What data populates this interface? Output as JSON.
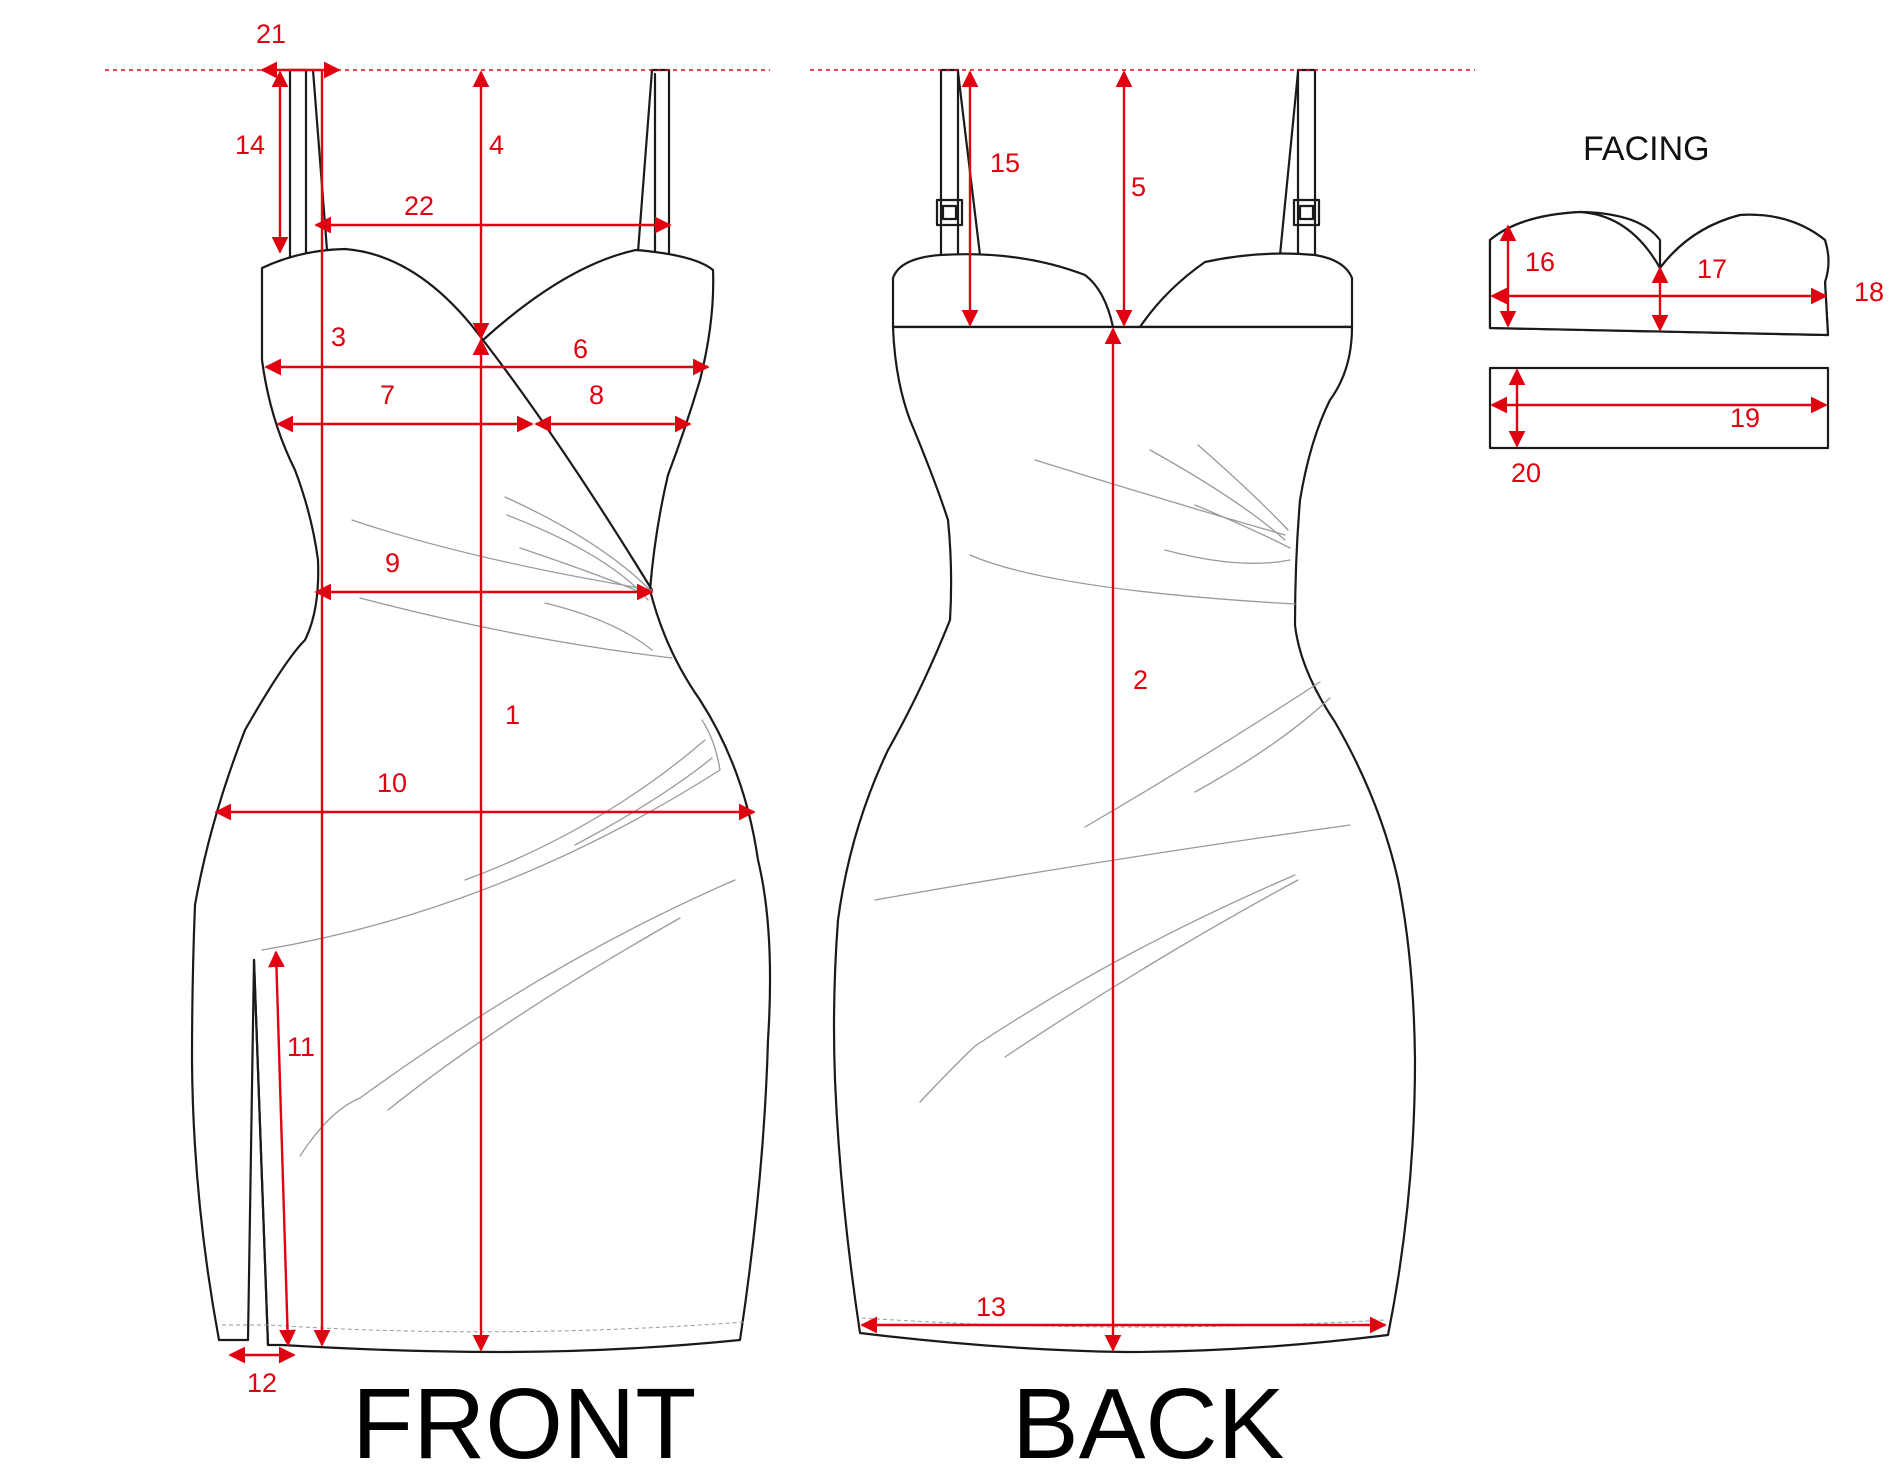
{
  "labels": {
    "front": "FRONT",
    "back": "BACK",
    "facing": "FACING"
  },
  "measurements": [
    {
      "id": "m1",
      "label": "1"
    },
    {
      "id": "m2",
      "label": "2"
    },
    {
      "id": "m3",
      "label": "3"
    },
    {
      "id": "m4",
      "label": "4"
    },
    {
      "id": "m5",
      "label": "5"
    },
    {
      "id": "m6",
      "label": "6"
    },
    {
      "id": "m7",
      "label": "7"
    },
    {
      "id": "m8",
      "label": "8"
    },
    {
      "id": "m9",
      "label": "9"
    },
    {
      "id": "m10",
      "label": "10"
    },
    {
      "id": "m11",
      "label": "11"
    },
    {
      "id": "m12",
      "label": "12"
    },
    {
      "id": "m13",
      "label": "13"
    },
    {
      "id": "m14",
      "label": "14"
    },
    {
      "id": "m15",
      "label": "15"
    },
    {
      "id": "m16",
      "label": "16"
    },
    {
      "id": "m17",
      "label": "17"
    },
    {
      "id": "m18",
      "label": "18"
    },
    {
      "id": "m19",
      "label": "19"
    },
    {
      "id": "m20",
      "label": "20"
    },
    {
      "id": "m21",
      "label": "21"
    },
    {
      "id": "m22",
      "label": "22"
    }
  ],
  "colors": {
    "measure": "#e0000f",
    "outline": "#1a1a1a",
    "drape": "#9a9a9a"
  }
}
